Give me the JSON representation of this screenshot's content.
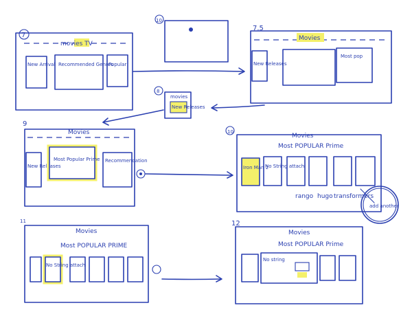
{
  "frames": {
    "f7": {
      "number": "7",
      "nav": "movies TV",
      "highlight": "TV",
      "tiles": [
        "New Arrival",
        "Recommended Genres",
        "Popular"
      ]
    },
    "f7_5": {
      "number": "7.5",
      "nav": "Movies",
      "tiles": [
        "New Releases",
        "Most pop"
      ]
    },
    "f8": {
      "number": "8",
      "tile": "New Releases",
      "nav": "movies"
    },
    "f9": {
      "number": "9",
      "nav": "Movies",
      "tiles": [
        "New Releases",
        "Most Popular Prime",
        "Recommendation"
      ]
    },
    "f10": {
      "number": "10",
      "nav": "Movies",
      "subtitle": "Most POPULAR Prime",
      "tiles": [
        "Iron Man 2",
        "No String attach"
      ],
      "captions": [
        "rango",
        "hugo",
        "transformers"
      ],
      "circle": "add another"
    },
    "f11": {
      "number": "11",
      "nav": "Movies",
      "subtitle": "Most POPULAR PRIME",
      "tile": "No String attach"
    },
    "f12": {
      "number": "12",
      "nav": "Movies",
      "subtitle": "Most POPULAR Prime",
      "tile": "No string"
    },
    "f_mid": {
      "number": "10"
    }
  },
  "colors": {
    "ink": "#2a3fb0",
    "highlight": "#f4f06a"
  }
}
